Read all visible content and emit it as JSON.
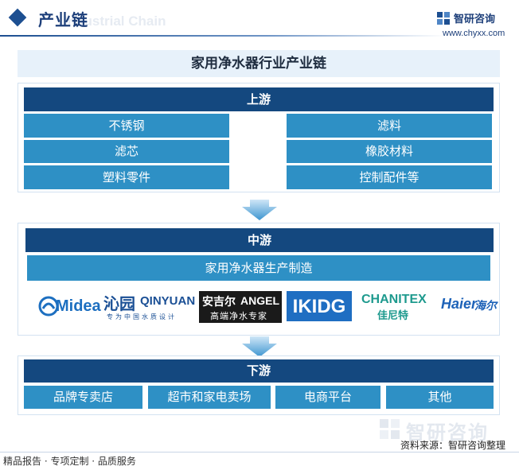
{
  "header": {
    "title": "产业链",
    "ghost_text": "Industrial Chain",
    "brand_name": "智研咨询",
    "brand_url": "www.chyxx.com"
  },
  "main_title": "家用净水器行业产业链",
  "upstream": {
    "label": "上游",
    "items": [
      "不锈钢",
      "滤料",
      "滤芯",
      "橡胶材料",
      "塑料零件",
      "控制配件等"
    ]
  },
  "midstream": {
    "label": "中游",
    "subtitle": "家用净水器生产制造",
    "logos": {
      "midea": "Midea",
      "qinyuan_cn": "沁园",
      "qinyuan_en": "QINYUAN",
      "qinyuan_slogan": "专为中国水质设计",
      "angel_cn": "安吉尔",
      "angel_en": "ANGEL",
      "angel_slogan": "高端净水专家",
      "ikidg": "IKIDG",
      "chanitex_en": "CHANITEX",
      "chanitex_cn": "佳尼特",
      "haier_en": "Haier",
      "haier_cn": "海尔"
    }
  },
  "downstream": {
    "label": "下游",
    "items": [
      "品牌专卖店",
      "超市和家电卖场",
      "电商平台",
      "其他"
    ]
  },
  "footer": {
    "watermark": "智研咨询",
    "source": "资料来源：智研咨询整理",
    "services": "精品报告 · 专项定制 · 品质服务"
  },
  "colors": {
    "dark_bar": "#14487f",
    "cell": "#2e90c5",
    "title_bg": "#e7f1fa",
    "header_blue": "#1d3f7a"
  }
}
